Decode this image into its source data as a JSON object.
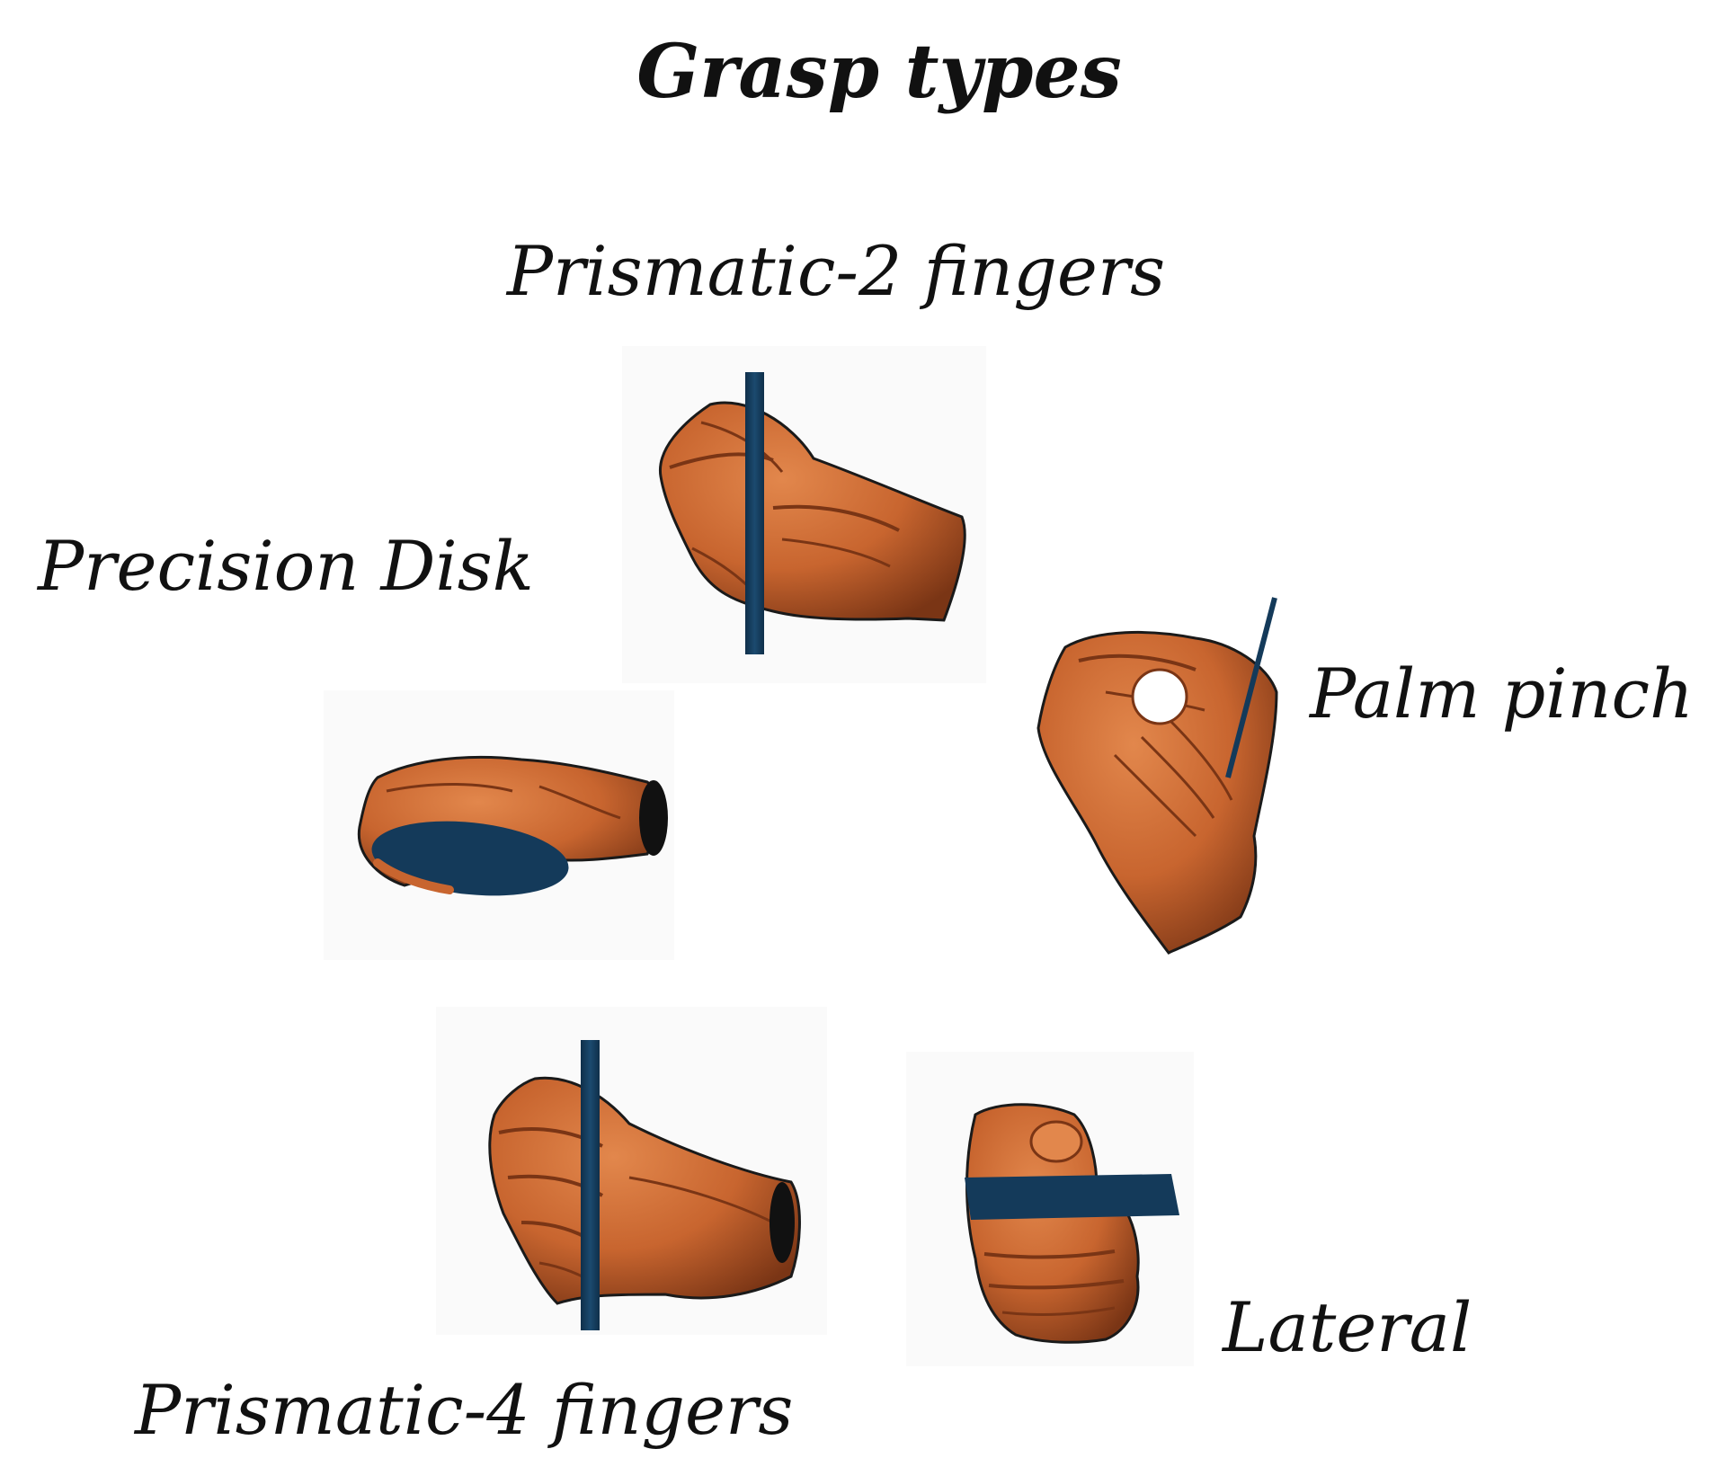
{
  "title": "Grasp types",
  "grasps": [
    {
      "id": "prismatic-2",
      "label": "Prismatic-2 fingers",
      "object": "thin-rod"
    },
    {
      "id": "precision-disk",
      "label": "Precision Disk",
      "object": "disk"
    },
    {
      "id": "palm-pinch",
      "label": "Palm pinch",
      "object": "thin-needle"
    },
    {
      "id": "prismatic-4",
      "label": "Prismatic-4 fingers",
      "object": "thin-rod"
    },
    {
      "id": "lateral",
      "label": "Lateral",
      "object": "flat-card"
    }
  ],
  "colors": {
    "skin": "#c8652f",
    "skin_shadow": "#7a3515",
    "skin_highlight": "#e2874c",
    "object": "#143a5a",
    "outline": "#1a1a1a",
    "panel_bg": "#fafafa"
  }
}
